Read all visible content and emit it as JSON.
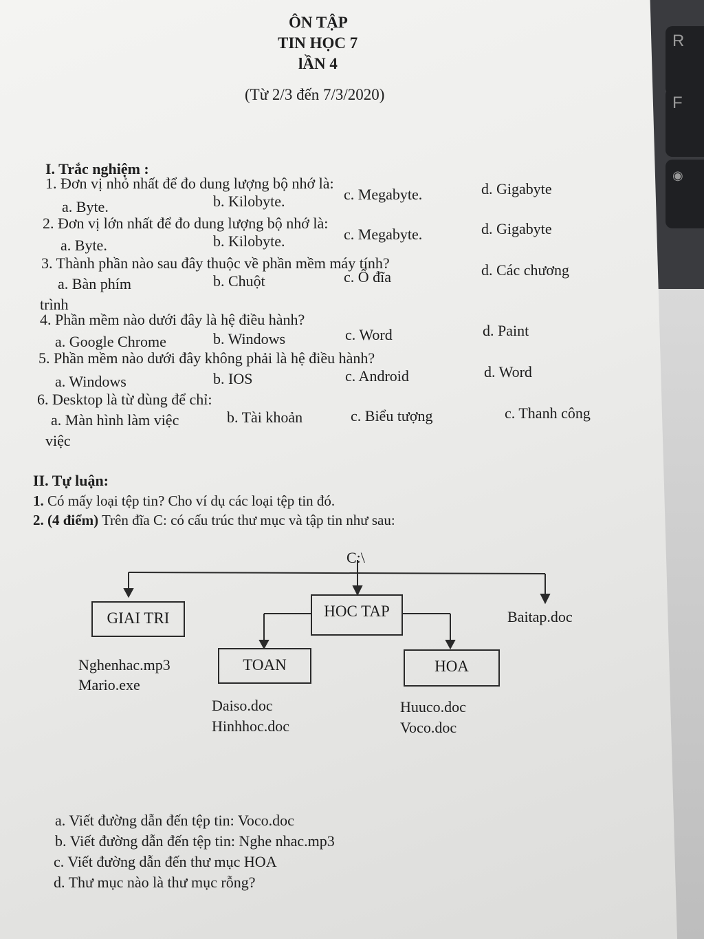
{
  "header": {
    "line1": "ÔN TẬP",
    "line2": "TIN HỌC 7",
    "line3": "lẦN 4",
    "date": "(Từ 2/3 đến 7/3/2020)"
  },
  "keyboard": {
    "key_r": "R",
    "key_f": "F"
  },
  "part1": {
    "heading": "I. Trắc nghiệm :",
    "questions": [
      {
        "q": "1. Đơn vị nhỏ nhất để đo dung lượng bộ nhớ là:",
        "a": "a.  Byte.",
        "b": "b.  Kilobyte.",
        "c": "c.  Megabyte.",
        "d": "d.  Gigabyte"
      },
      {
        "q": "2. Đơn vị lớn nhất để đo dung lượng bộ nhớ là:",
        "a": "a.  Byte.",
        "b": "b.  Kilobyte.",
        "c": "c.  Megabyte.",
        "d": "d.  Gigabyte"
      },
      {
        "q": "3. Thành phần nào sau đây thuộc về phần mềm máy tính?",
        "a": "a.  Bàn phím",
        "b": "b.  Chuột",
        "c": "c. Ổ đĩa",
        "d": "d. Các chương",
        "wrap": "trình"
      },
      {
        "q": "4. Phần mềm nào dưới đây là hệ điều hành?",
        "a": "a.  Google Chrome",
        "b": "b.  Windows",
        "c": "c.  Word",
        "d": "d.  Paint"
      },
      {
        "q": "5. Phần mềm nào dưới đây không phải là hệ điều hành?",
        "a": "a.  Windows",
        "b": "b.  IOS",
        "c": "c.  Android",
        "d": "d.   Word"
      },
      {
        "q": "6. Desktop là từ dùng để chỉ:",
        "a": "a.  Màn hình làm việc",
        "b": "b.  Tài khoản",
        "c": "c.  Biểu tượng",
        "d": "c.   Thanh công",
        "wrap": "việc"
      }
    ]
  },
  "part2": {
    "heading": "II. Tự luận:",
    "q1_num": "1.",
    "q1_text": " Có mấy loại tệp tin? Cho ví dụ các loại tệp tin đó.",
    "q2_num": "2. (4 điểm)",
    "q2_text": " Trên đĩa C: có cấu trúc thư mục và tập tin như sau:",
    "sub": [
      "a.  Viết đường dẫn đến tệp tin: Voco.doc",
      "b.  Viết đường dẫn đến tệp tin: Nghe nhac.mp3",
      "c.  Viết đường dẫn đến thư mục HOA",
      "d.  Thư mục nào là thư mục rỗng?"
    ]
  },
  "tree": {
    "root": "C:\\",
    "giaitri": "GIAI TRI",
    "hoctap": "HOC TAP",
    "toan": "TOAN",
    "hoa": "HOA",
    "baitap": "Baitap.doc",
    "giaitri_files": [
      "Nghenhac.mp3",
      "Mario.exe"
    ],
    "toan_files": [
      "Daiso.doc",
      "Hinhhoc.doc"
    ],
    "hoa_files": [
      "Huuco.doc",
      "Voco.doc"
    ]
  }
}
